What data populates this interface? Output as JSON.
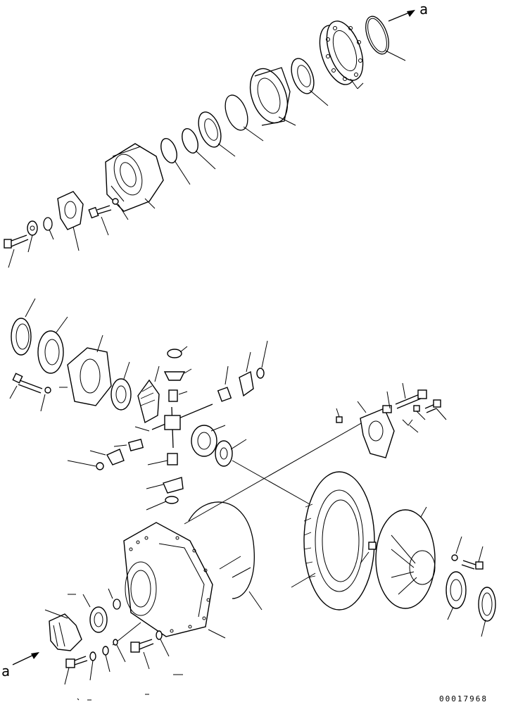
{
  "diagram": {
    "arrow_label_top": "a",
    "arrow_label_bottom": "a",
    "drawing_code": "00017968"
  }
}
